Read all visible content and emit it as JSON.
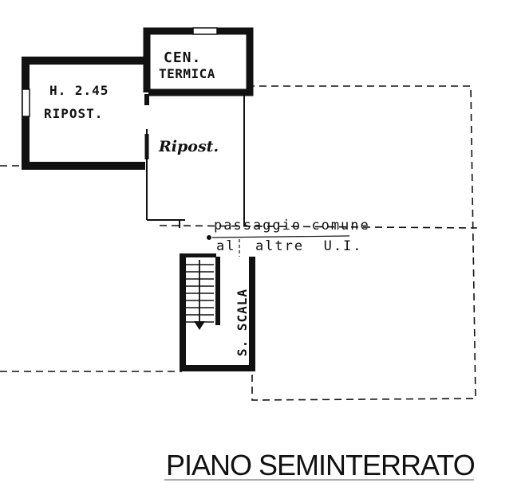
{
  "plan": {
    "rooms": {
      "centrale_termica": {
        "line1": "CEN.",
        "line2": "TERMICA"
      },
      "ripostiglio_alto": {
        "height": "H. 2.45",
        "name": "RIPOST."
      },
      "ripostiglio": {
        "name": "Ripost."
      },
      "scala": {
        "name": "S. SCALA"
      }
    },
    "passage": {
      "line1": "passaggio comune",
      "line2": "al  altre  U.I."
    },
    "title": "PIANO SEMINTERRATO"
  }
}
